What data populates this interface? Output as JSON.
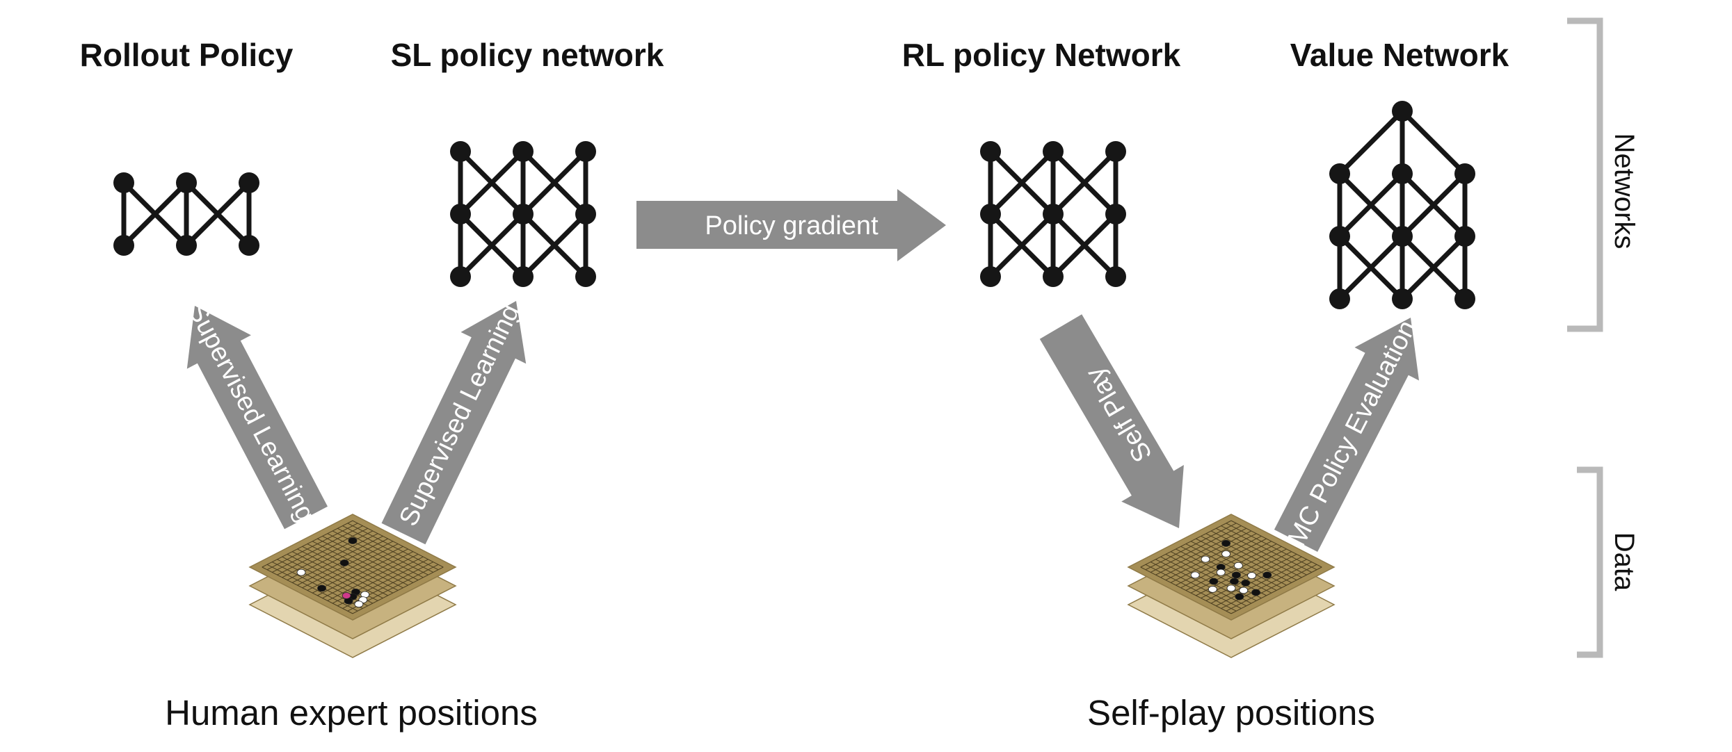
{
  "networks": [
    {
      "id": "rollout",
      "title": "Rollout Policy",
      "layers": [
        3,
        3
      ]
    },
    {
      "id": "sl",
      "title": "SL policy network",
      "layers": [
        3,
        3,
        3
      ]
    },
    {
      "id": "rl",
      "title": "RL policy Network",
      "layers": [
        3,
        3,
        3
      ]
    },
    {
      "id": "value",
      "title": "Value Network",
      "layers": [
        1,
        3,
        3,
        3
      ]
    }
  ],
  "arrows": {
    "rollout_supervised": "Supervised Learning",
    "sl_supervised": "Supervised Learning",
    "policy_gradient": "Policy gradient",
    "self_play": "Self Play",
    "mc_policy_evaluation": "MC Policy Evaluation"
  },
  "datasets": {
    "human": "Human expert positions",
    "selfplay": "Self-play positions"
  },
  "brackets": {
    "networks": "Networks",
    "data": "Data"
  },
  "colors": {
    "arrow": "#8c8c8c",
    "network": "#161616",
    "board_top": "#a58e56",
    "board_mid": "#c7b27f",
    "board_bottom": "#e3d5b0",
    "bracket": "#b9b9b9"
  }
}
